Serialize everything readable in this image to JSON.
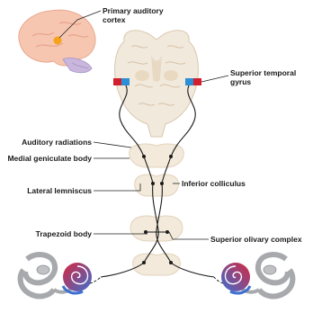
{
  "labels": {
    "primary_auditory_cortex": "Primary auditory cortex",
    "superior_temporal_gyrus": "Superior temporal gyrus",
    "auditory_radiations": "Auditory radiations",
    "medial_geniculate_body": "Medial geniculate body",
    "inferior_colliculus": "Inferior colliculus",
    "lateral_lemniscus": "Lateral lemniscus",
    "trapezoid_body": "Trapezoid body",
    "superior_olivary_complex": "Superior olivary complex"
  },
  "colors": {
    "cortex_red": "#d21f2b",
    "cortex_blue": "#2b8fd8",
    "tissue": "#f3eadb",
    "tissue_edge": "#e2d3bc",
    "ear_grey": "#a7a9ad",
    "cochlea_red": "#d7263d",
    "cochlea_blue": "#3d6fd1",
    "brain_pink": "#f6c6b0",
    "highlight_orange": "#f7a21b"
  }
}
